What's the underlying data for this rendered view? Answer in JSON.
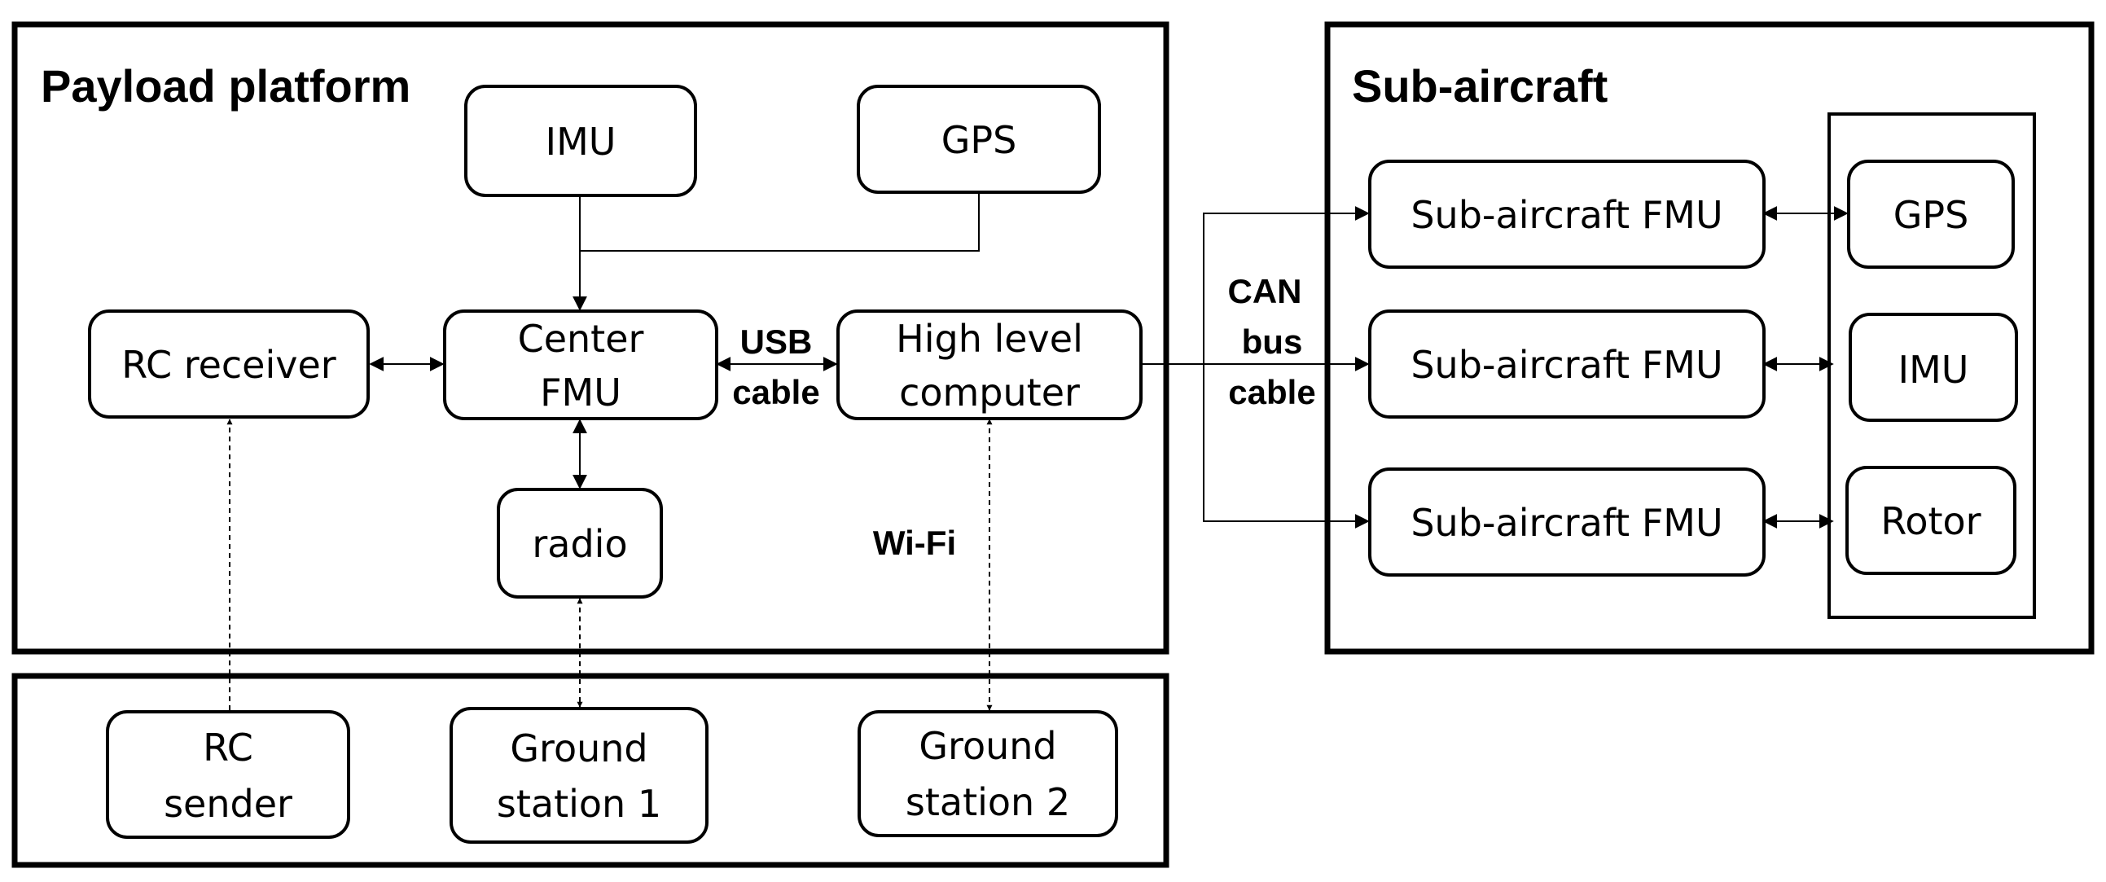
{
  "groups": {
    "payload": {
      "title": "Payload platform"
    },
    "subaircraft": {
      "title": "Sub-aircraft"
    }
  },
  "nodes": {
    "imu": {
      "label": "IMU"
    },
    "gps": {
      "label": "GPS"
    },
    "rc_receiver": {
      "label": "RC receiver"
    },
    "center_fmu": {
      "line1": "Center",
      "line2": "FMU"
    },
    "high_level": {
      "line1": "High level",
      "line2": "computer"
    },
    "radio": {
      "label": "radio"
    },
    "rc_sender": {
      "line1": "RC",
      "line2": "sender"
    },
    "ground1": {
      "line1": "Ground",
      "line2": "station 1"
    },
    "ground2": {
      "line1": "Ground",
      "line2": "station 2"
    },
    "sub_fmu_1": {
      "label": "Sub-aircraft FMU"
    },
    "sub_fmu_2": {
      "label": "Sub-aircraft FMU"
    },
    "sub_fmu_3": {
      "label": "Sub-aircraft FMU"
    },
    "sub_gps": {
      "label": "GPS"
    },
    "sub_imu": {
      "label": "IMU"
    },
    "sub_rotor": {
      "label": "Rotor"
    }
  },
  "edge_labels": {
    "usb": {
      "line1": "USB",
      "line2": "cable"
    },
    "can": {
      "line1": "CAN",
      "line2": "bus",
      "line3": "cable"
    },
    "wifi": "Wi-Fi"
  }
}
